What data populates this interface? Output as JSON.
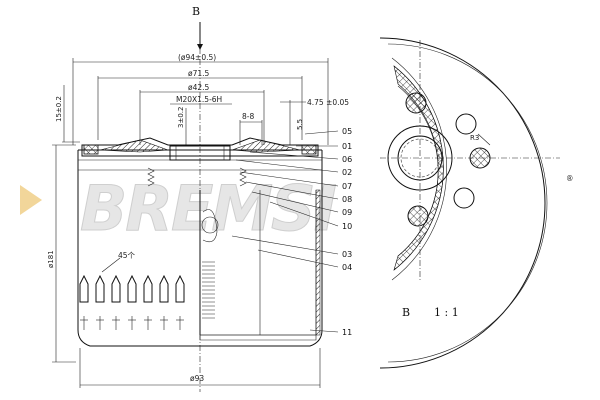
{
  "section_label": "B",
  "dimensions": {
    "overall_dia": "(ø94±0.5)",
    "gasket_outer": "ø71.5",
    "gasket_inner": "ø42.5",
    "thread": "M20X1.5-6H",
    "height_small": "3±0.2",
    "dim_8": "8-8",
    "wall_thickness": "4.75 ±0.05",
    "dim_55": "5.5",
    "top_height": "15±0.2",
    "body_height": "ø181",
    "base_dia": "ø93",
    "holes": "45个",
    "radius": "R3"
  },
  "callouts": [
    "05",
    "01",
    "06",
    "02",
    "07",
    "08",
    "09",
    "10",
    "03",
    "04",
    "11"
  ],
  "detail_view": {
    "label": "B",
    "scale": "1 : 1"
  },
  "watermark": {
    "text": "BREMSI",
    "registered_mark": "®",
    "color": "#d7d7d7"
  }
}
